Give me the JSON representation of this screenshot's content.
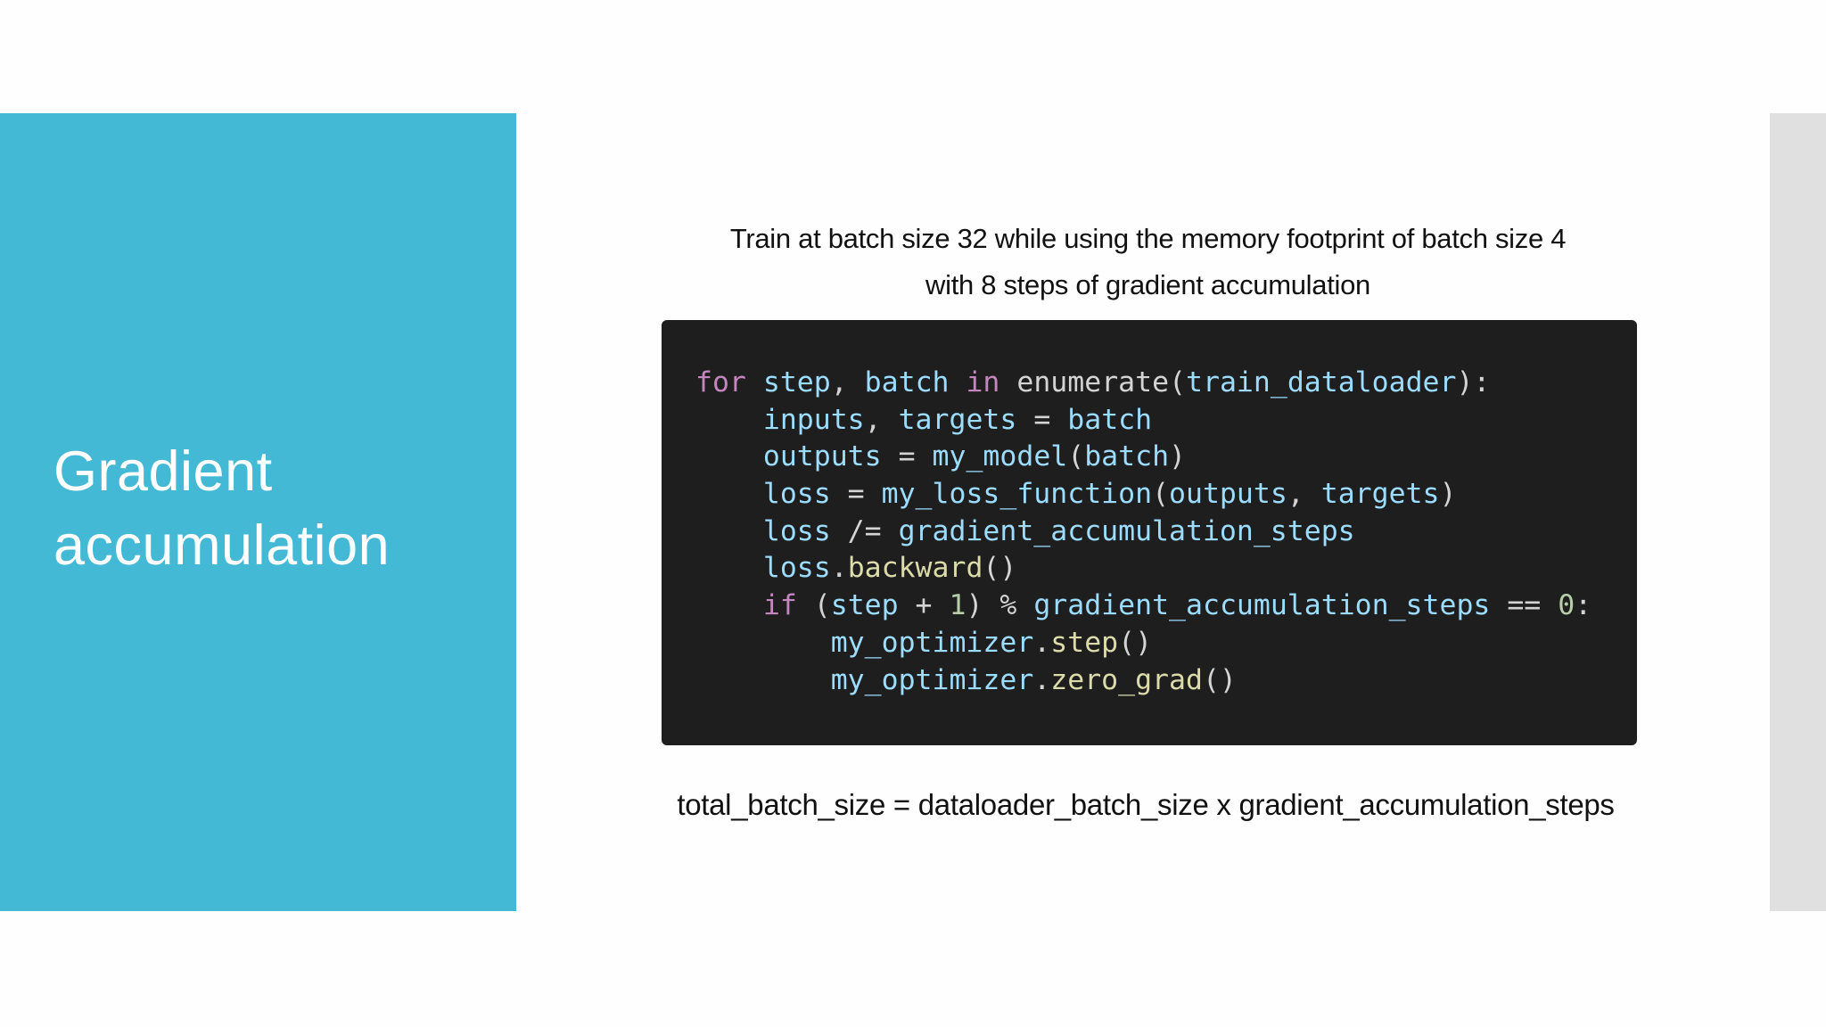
{
  "slide": {
    "title_lines": [
      "Gradient",
      "accumulation"
    ],
    "subtitle_lines": [
      "Train at batch size 32 while using the memory footprint of batch size 4",
      "with 8 steps of gradient accumulation"
    ],
    "code": {
      "language": "python",
      "lines": [
        [
          [
            "kw",
            "for"
          ],
          [
            "op",
            " "
          ],
          [
            "id",
            "step"
          ],
          [
            "op",
            ", "
          ],
          [
            "id",
            "batch"
          ],
          [
            "op",
            " "
          ],
          [
            "kw",
            "in"
          ],
          [
            "op",
            " enumerate("
          ],
          [
            "id",
            "train_dataloader"
          ],
          [
            "op",
            "):"
          ]
        ],
        [
          [
            "op",
            "    "
          ],
          [
            "id",
            "inputs"
          ],
          [
            "op",
            ", "
          ],
          [
            "id",
            "targets"
          ],
          [
            "op",
            " = "
          ],
          [
            "id",
            "batch"
          ]
        ],
        [
          [
            "op",
            "    "
          ],
          [
            "id",
            "outputs"
          ],
          [
            "op",
            " = "
          ],
          [
            "id",
            "my_model"
          ],
          [
            "op",
            "("
          ],
          [
            "id",
            "batch"
          ],
          [
            "op",
            ")"
          ]
        ],
        [
          [
            "op",
            "    "
          ],
          [
            "id",
            "loss"
          ],
          [
            "op",
            " = "
          ],
          [
            "id",
            "my_loss_function"
          ],
          [
            "op",
            "("
          ],
          [
            "id",
            "outputs"
          ],
          [
            "op",
            ", "
          ],
          [
            "id",
            "targets"
          ],
          [
            "op",
            ")"
          ]
        ],
        [
          [
            "op",
            "    "
          ],
          [
            "id",
            "loss"
          ],
          [
            "op",
            " /= "
          ],
          [
            "id",
            "gradient_accumulation_steps"
          ]
        ],
        [
          [
            "op",
            "    "
          ],
          [
            "id",
            "loss"
          ],
          [
            "op",
            "."
          ],
          [
            "fn",
            "backward"
          ],
          [
            "op",
            "()"
          ]
        ],
        [
          [
            "op",
            "    "
          ],
          [
            "kw",
            "if"
          ],
          [
            "op",
            " ("
          ],
          [
            "id",
            "step"
          ],
          [
            "op",
            " + "
          ],
          [
            "num",
            "1"
          ],
          [
            "op",
            ") % "
          ],
          [
            "id",
            "gradient_accumulation_steps"
          ],
          [
            "op",
            " == "
          ],
          [
            "num",
            "0"
          ],
          [
            "op",
            ":"
          ]
        ],
        [
          [
            "op",
            "        "
          ],
          [
            "id",
            "my_optimizer"
          ],
          [
            "op",
            "."
          ],
          [
            "fn",
            "step"
          ],
          [
            "op",
            "()"
          ]
        ],
        [
          [
            "op",
            "        "
          ],
          [
            "id",
            "my_optimizer"
          ],
          [
            "op",
            "."
          ],
          [
            "fn",
            "zero_grad"
          ],
          [
            "op",
            "()"
          ]
        ]
      ]
    },
    "formula": "total_batch_size = dataloader_batch_size x gradient_accumulation_steps",
    "colors": {
      "accent_panel": "#43b9d5",
      "side_bar": "#e1e0e1",
      "code_background": "#1e1e1e",
      "keyword": "#c586c0",
      "identifier": "#9cdcfe",
      "method": "#dcdcaa",
      "number": "#b5cea8",
      "punctuation": "#d4d4d4"
    }
  }
}
